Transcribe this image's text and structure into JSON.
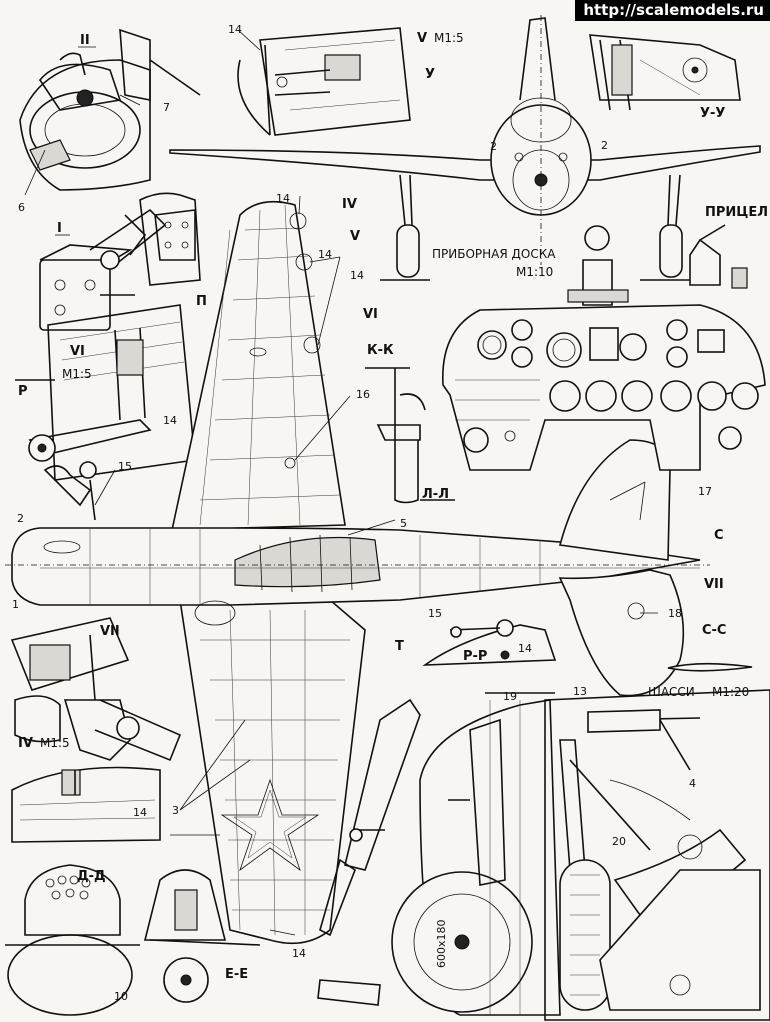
{
  "watermark": "http://scalemodels.ru",
  "labels": {
    "sec_II": "II",
    "sec_I": "I",
    "sec_P": "П",
    "sec_R": "Р",
    "sec_VI_a": "VI",
    "sec_VI_a_scale": "M1:5",
    "sec_VI_b": "VI",
    "sec_IV_top": "IV",
    "sec_V_top": "V",
    "sec_V": "V",
    "sec_V_scale": "M1:5",
    "sec_U": "У",
    "sec_UU": "У-У",
    "pricel": "ПРИЦЕЛ",
    "pribornaya": "ПРИБОРНАЯ ДОСКА",
    "pribornaya_scale": "M1:10",
    "sec_KK": "К-К",
    "sec_LL": "Л-Л",
    "sec_C": "С",
    "sec_CC": "С-С",
    "sec_VII_r": "VII",
    "sec_VII_l": "VII",
    "sec_T": "Т",
    "sec_RR": "Р-Р",
    "sec_IV": "IV",
    "sec_IV_scale": "M1:5",
    "sec_DD": "Д-Д",
    "sec_EE": "Е-Е",
    "shassi": "ШАССИ",
    "shassi_scale": "M1:20",
    "wheel_text": "600x180"
  },
  "callouts": {
    "n14_a": "14",
    "n14_b": "14",
    "n14_c": "14",
    "n14_d": "14",
    "n14_e": "14",
    "n14_f": "14",
    "n14_g": "14",
    "n14_h": "14",
    "n7": "7",
    "n6": "6",
    "n2_a": "2",
    "n2_b": "2",
    "n2_c": "2",
    "n15_a": "15",
    "n15_b": "15",
    "n16": "16",
    "n5": "5",
    "n1": "1",
    "n17": "17",
    "n18": "18",
    "n3": "3",
    "n19": "19",
    "n13": "13",
    "n4": "4",
    "n20": "20",
    "n10": "10"
  }
}
